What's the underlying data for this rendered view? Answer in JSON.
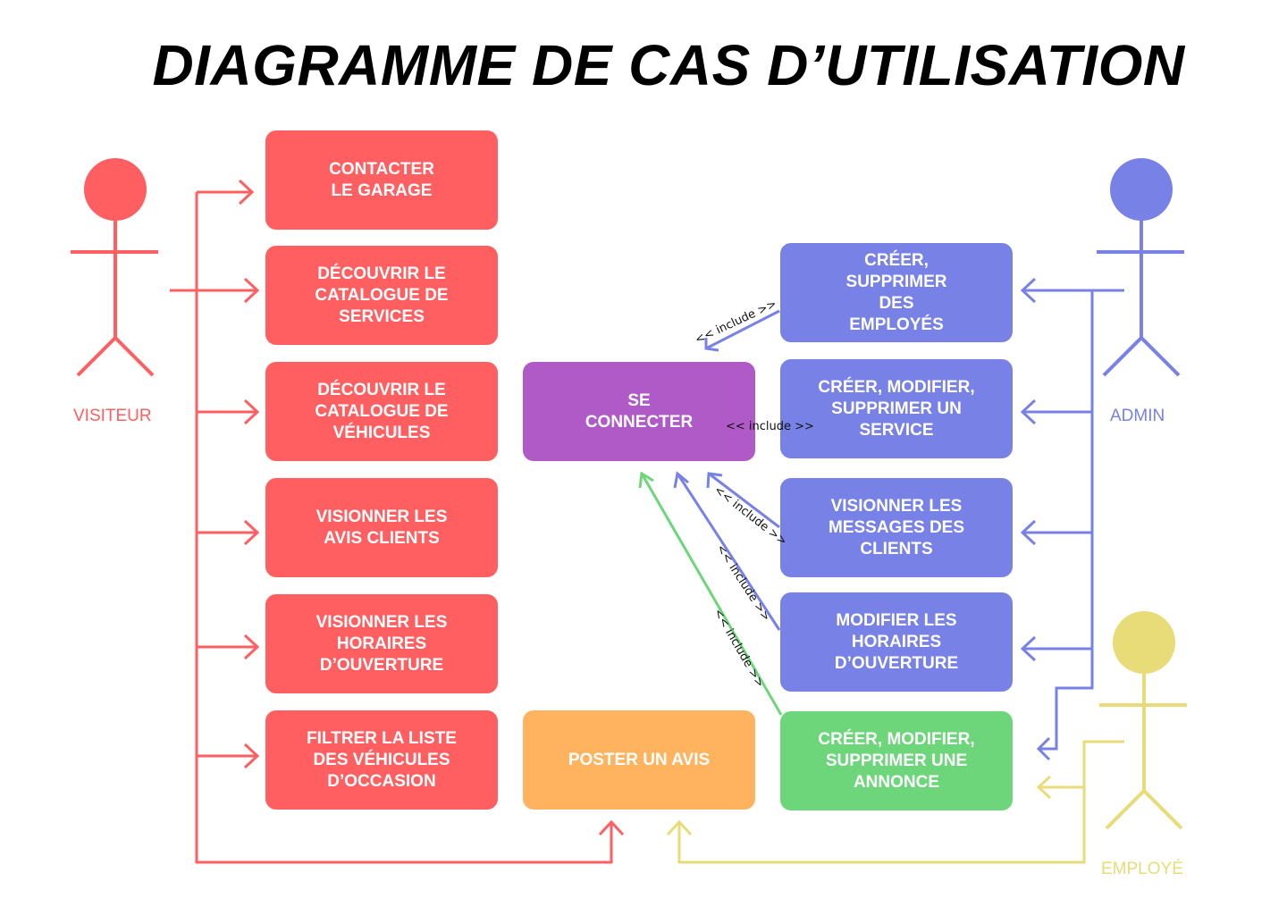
{
  "title": "DIAGRAMME DE CAS D’UTILISATION",
  "colors": {
    "visiteur": "#ff5f61",
    "admin": "#7781e6",
    "employe": "#e8dc78",
    "connect": "#b05ac8",
    "avis": "#ffb35f",
    "annonce": "#6dd67a"
  },
  "actors": {
    "visiteur": "VISITEUR",
    "admin": "ADMIN",
    "employe": "EMPLOYÉ"
  },
  "use_cases": {
    "contacter": "CONTACTER\nLE GARAGE",
    "services": "DÉCOUVRIR LE\nCATALOGUE DE\nSERVICES",
    "vehicules": "DÉCOUVRIR LE\nCATALOGUE DE\nVÉHICULES",
    "avis_clients": "VISIONNER LES\nAVIS CLIENTS",
    "horaires": "VISIONNER LES\nHORAIRES\nD’OUVERTURE",
    "filtrer": "FILTRER LA LISTE\nDES VÉHICULES\nD’OCCASION",
    "connecter": "SE\nCONNECTER",
    "poster_avis": "POSTER UN AVIS",
    "employes": "CRÉER,\nSUPPRIMER\nDES\nEMPLOYÉS",
    "service": "CRÉER, MODIFIER,\nSUPPRIMER UN\nSERVICE",
    "messages": "VISIONNER LES\nMESSAGES DES\nCLIENTS",
    "modifier_horaires": "MODIFIER LES\nHORAIRES\nD’OUVERTURE",
    "annonce": "CRÉER, MODIFIER,\nSUPPRIMER UNE\nANNONCE"
  },
  "include_label": "<< include >>"
}
